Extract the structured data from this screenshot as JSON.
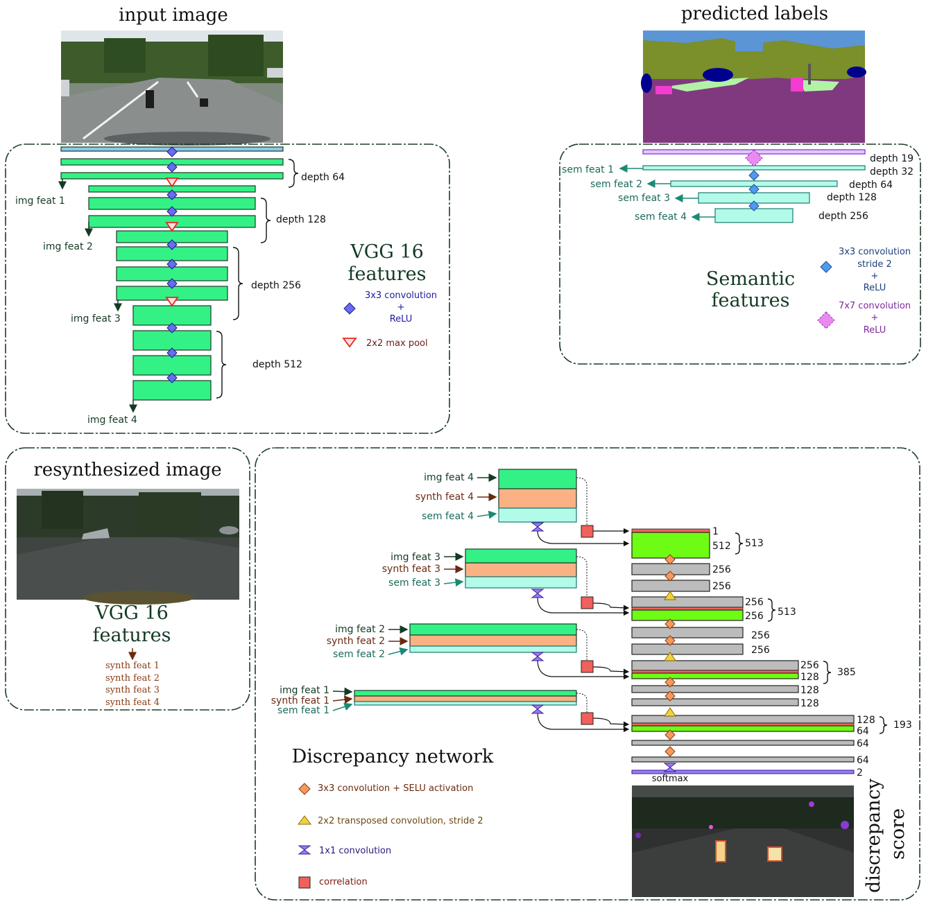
{
  "vgg_panel": {
    "title": "input image",
    "heading_line1": "VGG 16",
    "heading_line2": "features",
    "depths": [
      "depth 64",
      "depth 128",
      "depth 256",
      "depth 512"
    ],
    "outputs": [
      "img feat 1",
      "img feat 2",
      "img feat 3",
      "img feat 4"
    ],
    "legend_conv_line1": "3x3 convolution",
    "legend_conv_line2": "+",
    "legend_conv_line3": "ReLU",
    "legend_pool": "2x2 max pool"
  },
  "semantic_panel": {
    "title": "predicted labels",
    "heading_line1": "Semantic",
    "heading_line2": "features",
    "depths": [
      "depth 19",
      "depth 32",
      "depth 64",
      "depth 128",
      "depth 256"
    ],
    "outputs": [
      "sem feat 1",
      "sem feat 2",
      "sem feat 3",
      "sem feat 4"
    ],
    "legend_conv3_line1": "3x3 convolution",
    "legend_conv3_line2": "stride 2",
    "legend_conv3_line3": "+",
    "legend_conv3_line4": "ReLU",
    "legend_conv7_line1": "7x7 convolution",
    "legend_conv7_line2": "+",
    "legend_conv7_line3": "ReLU"
  },
  "resynth_panel": {
    "title": "resynthesized image",
    "heading_line1": "VGG 16",
    "heading_line2": "features",
    "outputs": [
      "synth feat 1",
      "synth feat 2",
      "synth feat 3",
      "synth feat 4"
    ]
  },
  "discrepancy_panel": {
    "title": "Discrepancy network",
    "inputs_4": [
      "img feat 4",
      "synth feat 4",
      "sem feat 4"
    ],
    "inputs_3": [
      "img feat 3",
      "synth feat 3",
      "sem feat 3"
    ],
    "inputs_2": [
      "img feat 2",
      "synth feat 2",
      "sem feat 2"
    ],
    "inputs_1": [
      "img feat 1",
      "synth feat 1",
      "sem feat 1"
    ],
    "channels": {
      "c1": "1",
      "c512": "512",
      "b513a": "513",
      "c256a": "256",
      "c256b": "256",
      "c256c": "256",
      "c256d": "256",
      "b513b": "513",
      "c256e": "256",
      "c256f": "256",
      "c256g": "256",
      "c128a": "128",
      "b385": "385",
      "c128b": "128",
      "c128c": "128",
      "c128d": "128",
      "c64a": "64",
      "b193": "193",
      "c64b": "64",
      "c64c": "64",
      "c2": "2"
    },
    "softmax": "softmax",
    "output_line1": "discrepancy",
    "output_line2": "score",
    "legend": {
      "selu": "3x3 convolution + SELU activation",
      "transposed": "2x2 transposed convolution, stride 2",
      "conv1x1": "1x1 convolution",
      "correlation": "correlation"
    }
  },
  "colors": {
    "vgg_block": "#34f185",
    "synth_block": "#fab184",
    "sem_block": "#b2fbe9",
    "decoder_block": "#bcbcbc",
    "fused_block": "#6efc14",
    "correlation": "#f1605b",
    "conv_relu": "#6a6cf0",
    "max_pool": "#e8271d",
    "selu": "#f49a5e",
    "transposed": "#f2d13c",
    "conv1x1": "#7a4fd6",
    "sem_conv": "#4f9bf0",
    "sem_conv7": "#e88af0"
  }
}
